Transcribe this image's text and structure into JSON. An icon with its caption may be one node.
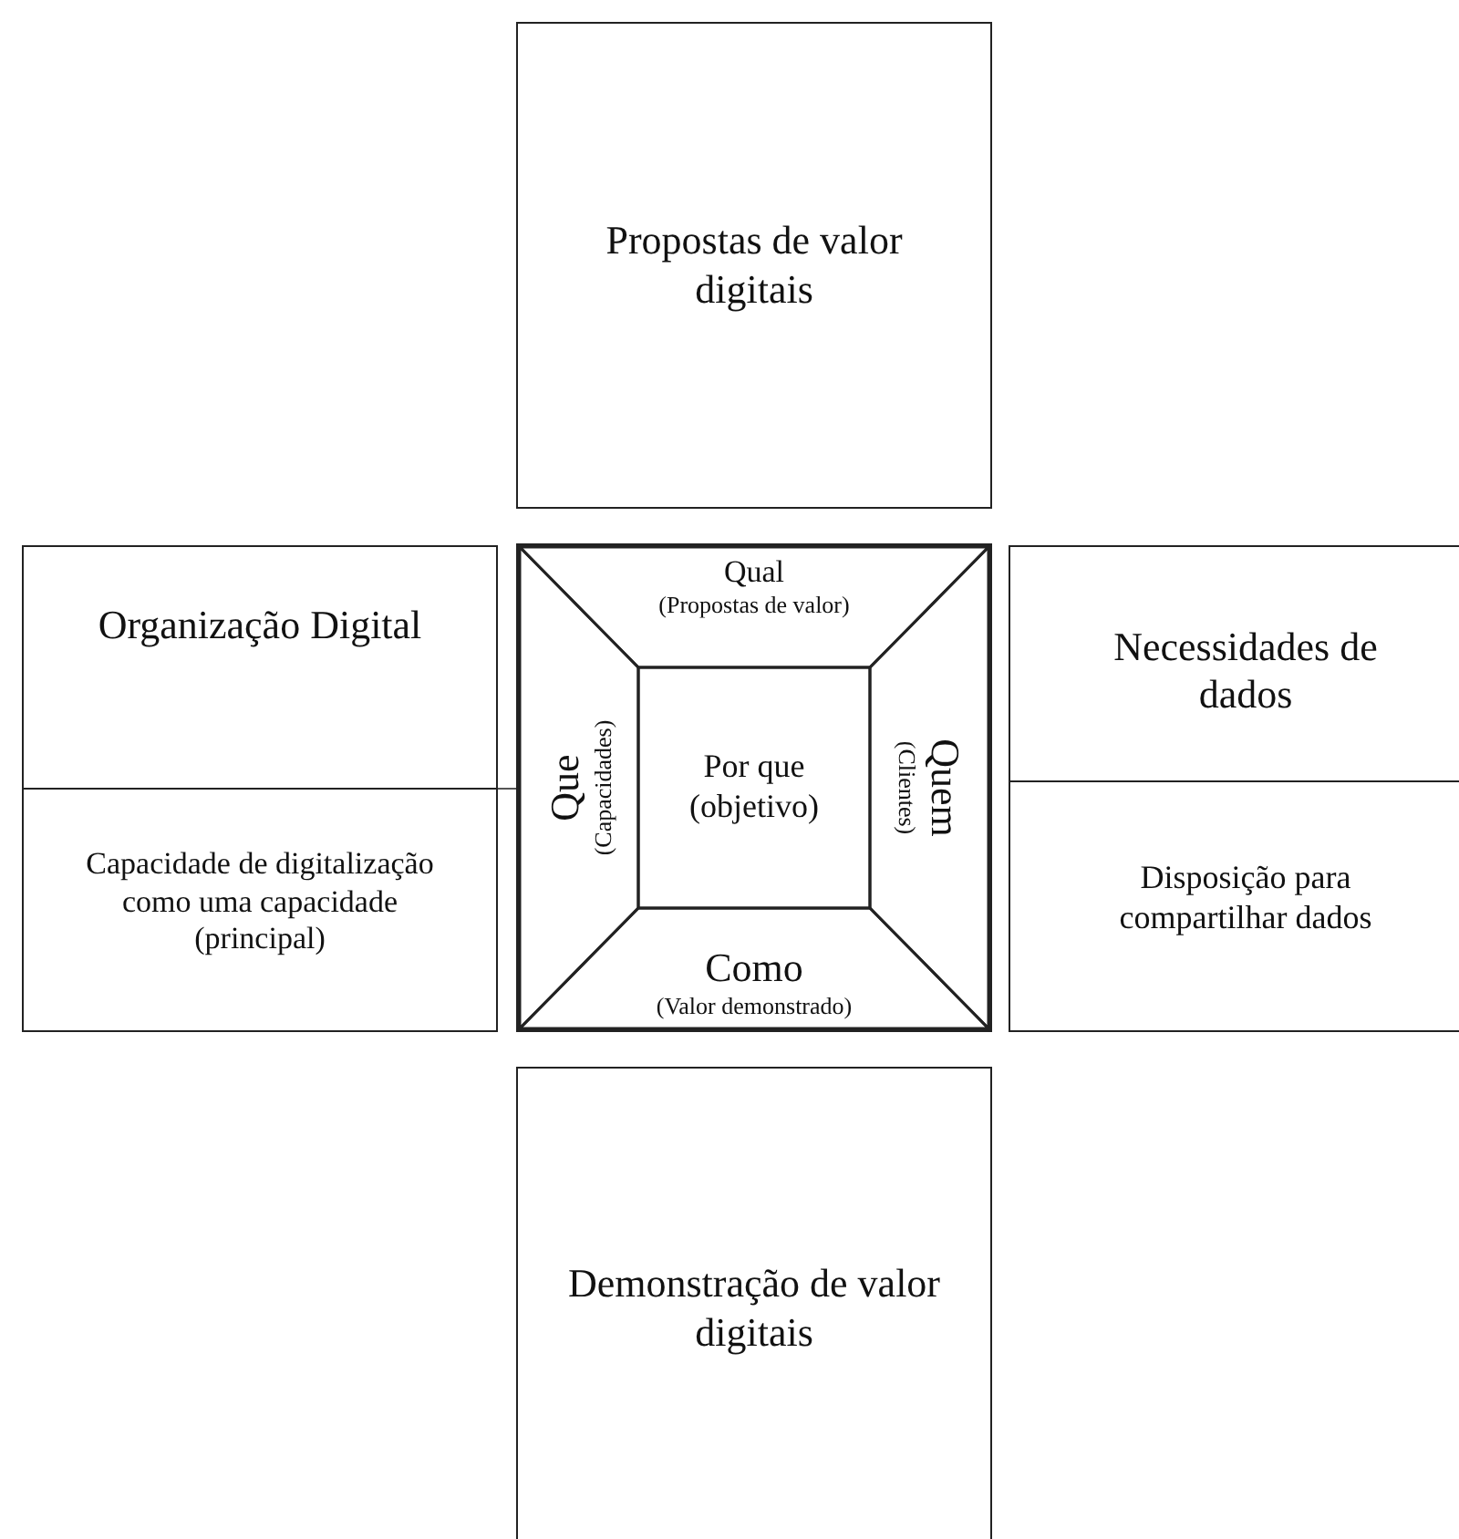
{
  "diagram": {
    "nodes": [
      {
        "text": [
          "Propostas de valor digitais"
        ]
      },
      {
        "text": [
          "Organização Digital"
        ]
      },
      {
        "text": [
          "Capacidade de digitalização como uma capacidade (principal)"
        ]
      },
      {
        "text": [
          "Necessidades de dados"
        ]
      },
      {
        "text": [
          "Disposição para compartilhar dados"
        ]
      },
      {
        "text": [],
        "shape": "box"
      },
      {
        "text": [
          "Qual",
          "(Propostas de valor)"
        ],
        "in": 5
      },
      {
        "text": [
          "Que",
          "(Capacidades)"
        ],
        "in": 5
      },
      {
        "text": [
          "Por que",
          "(objetivo)"
        ],
        "in": 5
      },
      {
        "text": [
          "Quem",
          "(Clientes)"
        ],
        "in": 5
      },
      {
        "text": [
          "Como",
          "(Valor demonstrado)"
        ],
        "in": 5
      },
      {
        "text": [
          "Demonstração de valor digitais"
        ]
      }
    ]
  }
}
